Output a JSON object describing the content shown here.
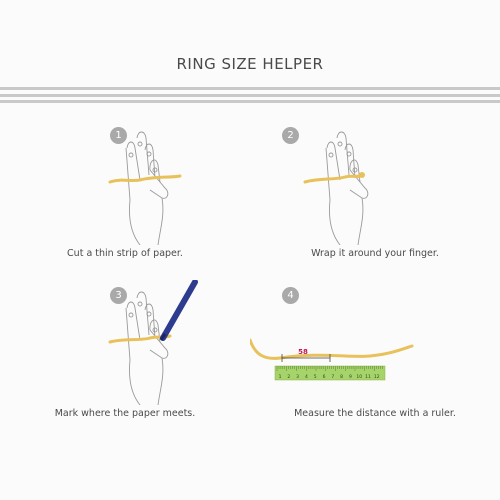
{
  "title": "RING SIZE HELPER",
  "steps": [
    {
      "number": "1",
      "caption": "Cut a thin strip of paper."
    },
    {
      "number": "2",
      "caption": "Wrap it around your finger."
    },
    {
      "number": "3",
      "caption": "Mark where the paper meets."
    },
    {
      "number": "4",
      "caption": "Measure the distance with a ruler."
    }
  ],
  "measurement_label": "58",
  "ruler_ticks": [
    "1",
    "2",
    "3",
    "4",
    "5",
    "6",
    "7",
    "8",
    "9",
    "10",
    "11",
    "12"
  ],
  "colors": {
    "paper_strip": "#e8c15a",
    "ruler": "#a6d36a",
    "pen": "#2d3c8f",
    "measure_label": "#c2185b",
    "badge": "#a9a9a9",
    "rule": "#c9c9c9"
  }
}
